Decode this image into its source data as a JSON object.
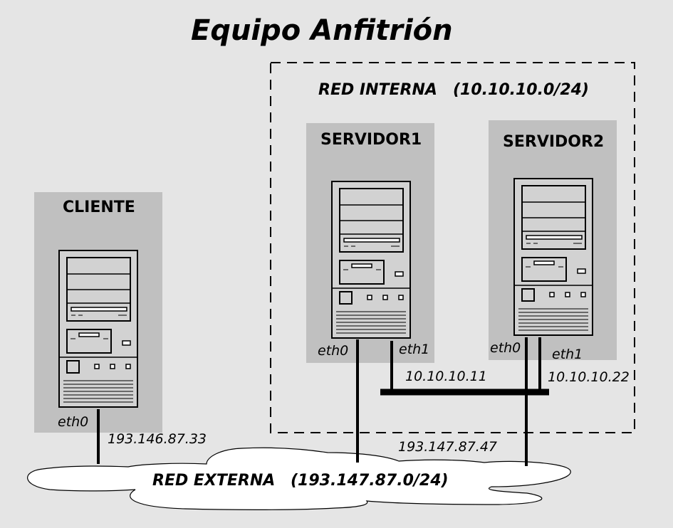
{
  "title": "Equipo Anfitrión",
  "internal_network": {
    "label": "RED INTERNA",
    "subnet": "(10.10.10.0/24)"
  },
  "external_network": {
    "label": "RED EXTERNA",
    "subnet": "(193.147.87.0/24)"
  },
  "hosts": {
    "cliente": {
      "name": "CLIENTE",
      "eth0": "eth0",
      "eth0_ip": "193.146.87.33"
    },
    "servidor1": {
      "name": "SERVIDOR1",
      "eth0": "eth0",
      "eth1": "eth1",
      "eth1_ip": "10.10.10.11"
    },
    "servidor2": {
      "name": "SERVIDOR2",
      "eth0": "eth0",
      "eth1": "eth1",
      "eth1_ip": "10.10.10.22",
      "eth0_ip": "193.147.87.47"
    }
  },
  "colors": {
    "background": "#e5e5e5",
    "host_panel": "#c0c0c0",
    "tower_fill": "#d2d2d2",
    "line": "#000000",
    "cloud": "#ffffff"
  },
  "icons": {
    "computer": "desktop-tower-icon",
    "cloud": "cloud-icon"
  }
}
